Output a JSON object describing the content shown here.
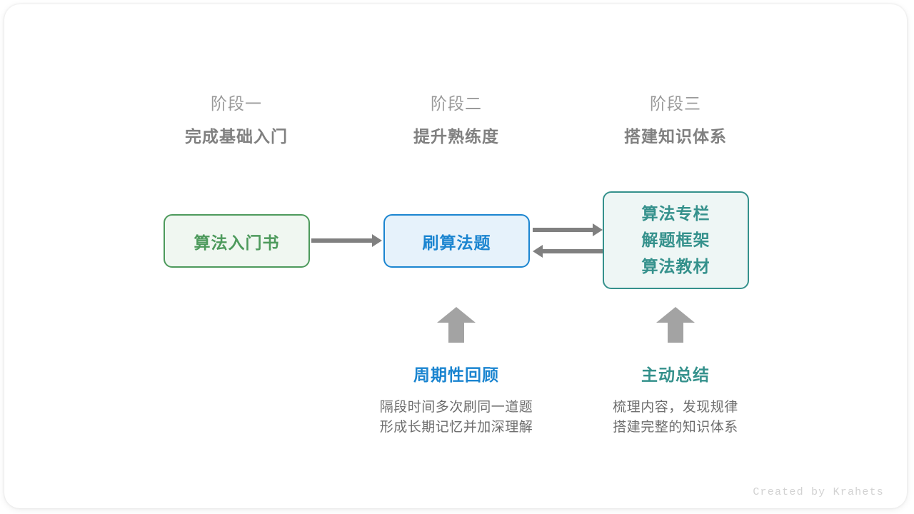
{
  "stages": [
    {
      "index_label": "阶段一",
      "title": "完成基础入门"
    },
    {
      "index_label": "阶段二",
      "title": "提升熟练度"
    },
    {
      "index_label": "阶段三",
      "title": "搭建知识体系"
    }
  ],
  "nodes": {
    "book": {
      "label": "算法入门书",
      "fill": "#f0f7f1",
      "border": "#4d9a5c",
      "text": "#4d9a5c"
    },
    "practice": {
      "label": "刷算法题",
      "fill": "#e6f2fb",
      "border": "#1b85d0",
      "text": "#1b85d0"
    },
    "resources": {
      "lines": [
        "算法专栏",
        "解题框架",
        "算法教材"
      ],
      "fill": "#eef6f5",
      "border": "#35918c",
      "text": "#35918c"
    }
  },
  "annotations": [
    {
      "title": "周期性回顾",
      "color": "#1b85d0",
      "desc_line1": "隔段时间多次刷同一道题",
      "desc_line2": "形成长期记忆并加深理解"
    },
    {
      "title": "主动总结",
      "color": "#35918c",
      "desc_line1": "梳理内容，发现规律",
      "desc_line2": "搭建完整的知识体系"
    }
  ],
  "arrows": {
    "book_to_practice": "arrow-right",
    "practice_to_resources": "arrow-right",
    "resources_to_practice": "arrow-left",
    "review_up": "arrow-up",
    "summary_up": "arrow-up",
    "color": "#808080",
    "up_color": "#a3a3a3"
  },
  "footer": {
    "credit": "Created by Krahets"
  }
}
